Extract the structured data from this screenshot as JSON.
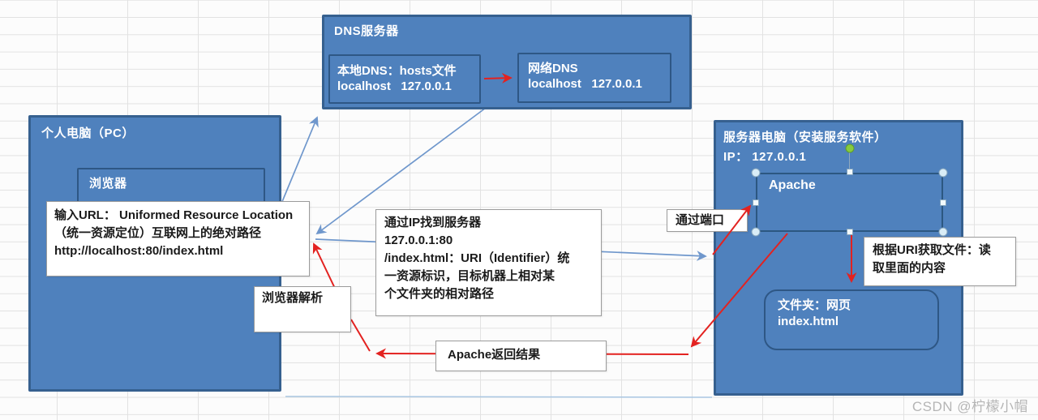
{
  "nodes": {
    "pc": {
      "title": "个人电脑（PC）",
      "browser_label": "浏览器"
    },
    "dns": {
      "title": "DNS服务器",
      "local": {
        "line1": "本地DNS：hosts文件",
        "line2": "localhost   127.0.0.1"
      },
      "network": {
        "line1": "网络DNS",
        "line2": "localhost   127.0.0.1"
      }
    },
    "server": {
      "title": "服务器电脑（安装服务软件）",
      "ip": "IP： 127.0.0.1",
      "apache_label": "Apache",
      "folder": {
        "line1": "文件夹：网页",
        "line2": "index.html"
      }
    }
  },
  "callouts": {
    "url": {
      "lines": [
        "输入URL： Uniformed Resource Location",
        "（统一资源定位）互联网上的绝对路径",
        "http://localhost:80/index.html"
      ]
    },
    "ip": {
      "lines": [
        "通过IP找到服务器",
        "127.0.0.1:80",
        "/index.html：URI（Identifier）统",
        "一资源标识，目标机器上相对某",
        "个文件夹的相对路径"
      ]
    },
    "browser_parse": "浏览器解析",
    "apache_return": "Apache返回结果",
    "port": "通过端口",
    "uri": {
      "lines": [
        "根据URI获取文件：读",
        "取里面的内容"
      ]
    }
  },
  "watermark": "CSDN @柠檬小帽",
  "colors": {
    "shape_fill": "#4f81bd",
    "shape_border": "#36608f",
    "arrow_red": "#e32220",
    "arrow_blue": "#6f97cc",
    "grid_line": "#e2e2e2",
    "rotate_handle_green": "#86cb3f"
  }
}
